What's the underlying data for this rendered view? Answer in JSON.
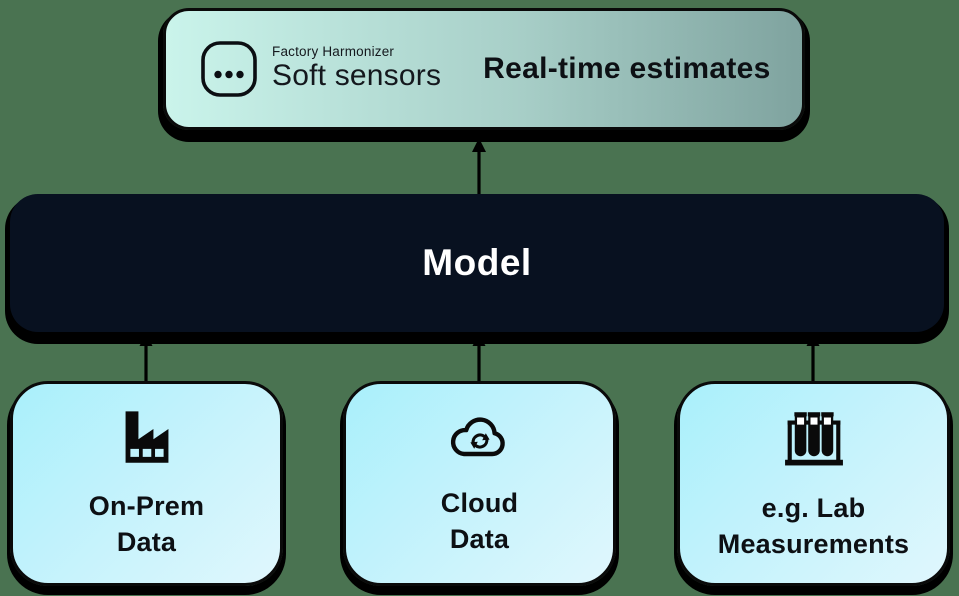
{
  "canvas": {
    "background_color": "#4a7351"
  },
  "output_box": {
    "badge_icon": "ellipsis-badge-icon",
    "brand_small": "Factory Harmonizer",
    "brand_large": "Soft sensors",
    "title": "Real-time estimates",
    "gradient_from": "#caf4eb",
    "gradient_to": "#7fa39f"
  },
  "model_box": {
    "label": "Model",
    "background_color": "#081120",
    "text_color": "#ffffff"
  },
  "source_boxes": [
    {
      "icon": "factory-icon",
      "label": "On-Prem\nData"
    },
    {
      "icon": "cloud-sync-icon",
      "label": "Cloud\nData"
    },
    {
      "icon": "test-tubes-icon",
      "label": "e.g. Lab\nMeasurements"
    }
  ],
  "arrows": {
    "color": "#000000",
    "direction": "up",
    "count": 4
  },
  "source_box_style": {
    "gradient_from": "#a9f0fb",
    "gradient_to": "#e0f7fd",
    "border_color": "#0a0a0a"
  }
}
